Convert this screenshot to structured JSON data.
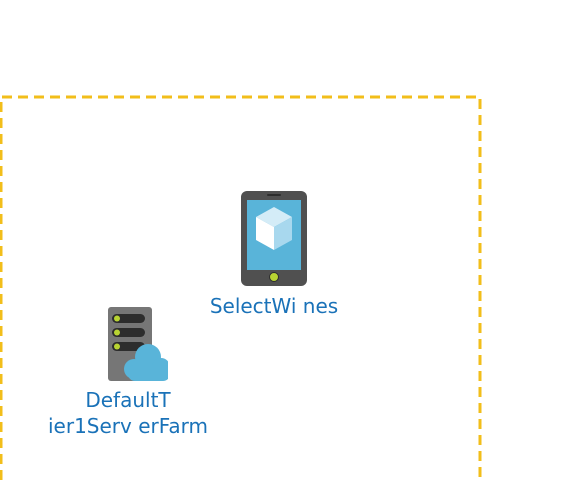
{
  "diagram": {
    "boundary": {
      "style": "dashed",
      "color": "#f2be1a"
    },
    "nodes": [
      {
        "id": "select-wines",
        "label": "SelectWi nes",
        "icon": "mobile-app-icon"
      },
      {
        "id": "default-tier1-server-farm",
        "label_lines": [
          "DefaultT",
          "ier1Serv erFarm"
        ],
        "icon": "server-farm-cloud-icon"
      }
    ],
    "colors": {
      "label": "#1a72b8",
      "phone_body": "#505050",
      "phone_screen": "#59b4d9",
      "server_body": "#767676",
      "server_led": "#b8d432",
      "cloud": "#59b4d9"
    }
  }
}
